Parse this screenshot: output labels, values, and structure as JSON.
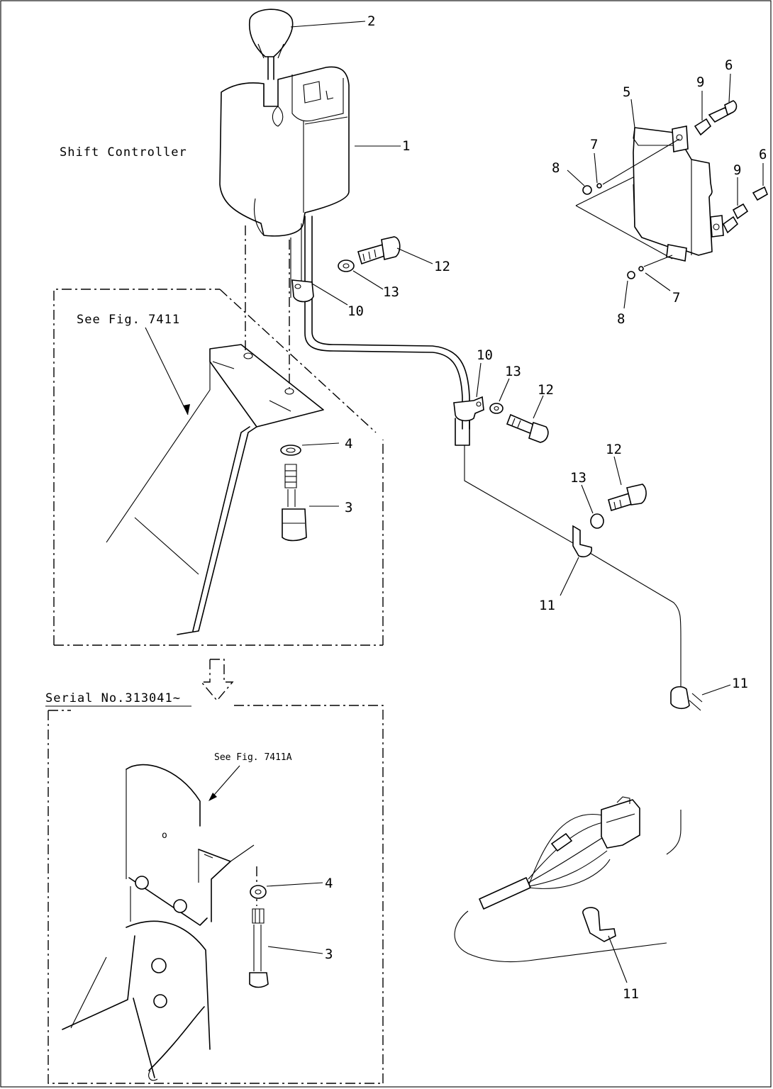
{
  "figure": {
    "caption_shift": "Shift Controller",
    "ref_upper": "See Fig. 7411",
    "ref_lower": "See Fig. 7411A",
    "serial": "Serial No.313041~"
  },
  "callouts": {
    "c1": "1",
    "c2": "2",
    "c3a": "3",
    "c3b": "3",
    "c4a": "4",
    "c4b": "4",
    "c5": "5",
    "c6a": "6",
    "c6b": "6",
    "c7a": "7",
    "c7b": "7",
    "c8a": "8",
    "c8b": "8",
    "c9a": "9",
    "c9b": "9",
    "c10a": "10",
    "c10b": "10",
    "c11a": "11",
    "c11b": "11",
    "c11c": "11",
    "c12a": "12",
    "c12b": "12",
    "c12c": "12",
    "c13a": "13",
    "c13b": "13",
    "c13c": "13"
  }
}
